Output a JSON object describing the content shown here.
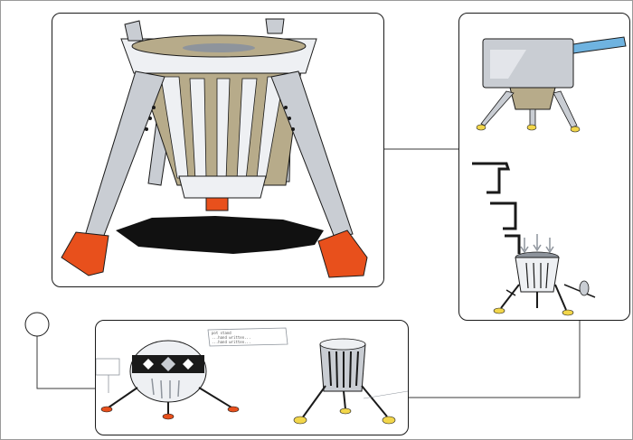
{
  "panels": [
    {
      "id": "main",
      "subject": "stove-tripod-closeup"
    },
    {
      "id": "right",
      "subject": "pan-on-stove-and-assembly"
    },
    {
      "id": "bottom",
      "subject": "stove-variants"
    }
  ],
  "annotation": {
    "lines": [
      "pot stand",
      "...hand written...",
      "...hand written..."
    ]
  },
  "colors": {
    "outline": "#1a1a1a",
    "metal_light": "#eef0f3",
    "metal_mid": "#c9cdd3",
    "metal_dark": "#8e949c",
    "burner": "#b7ab8a",
    "foot_orange": "#e8501c",
    "foot_yellow": "#f2d64a",
    "shadow": "#111111",
    "handle_blue": "#6fb3e0",
    "connector": "#3a3a3a"
  }
}
